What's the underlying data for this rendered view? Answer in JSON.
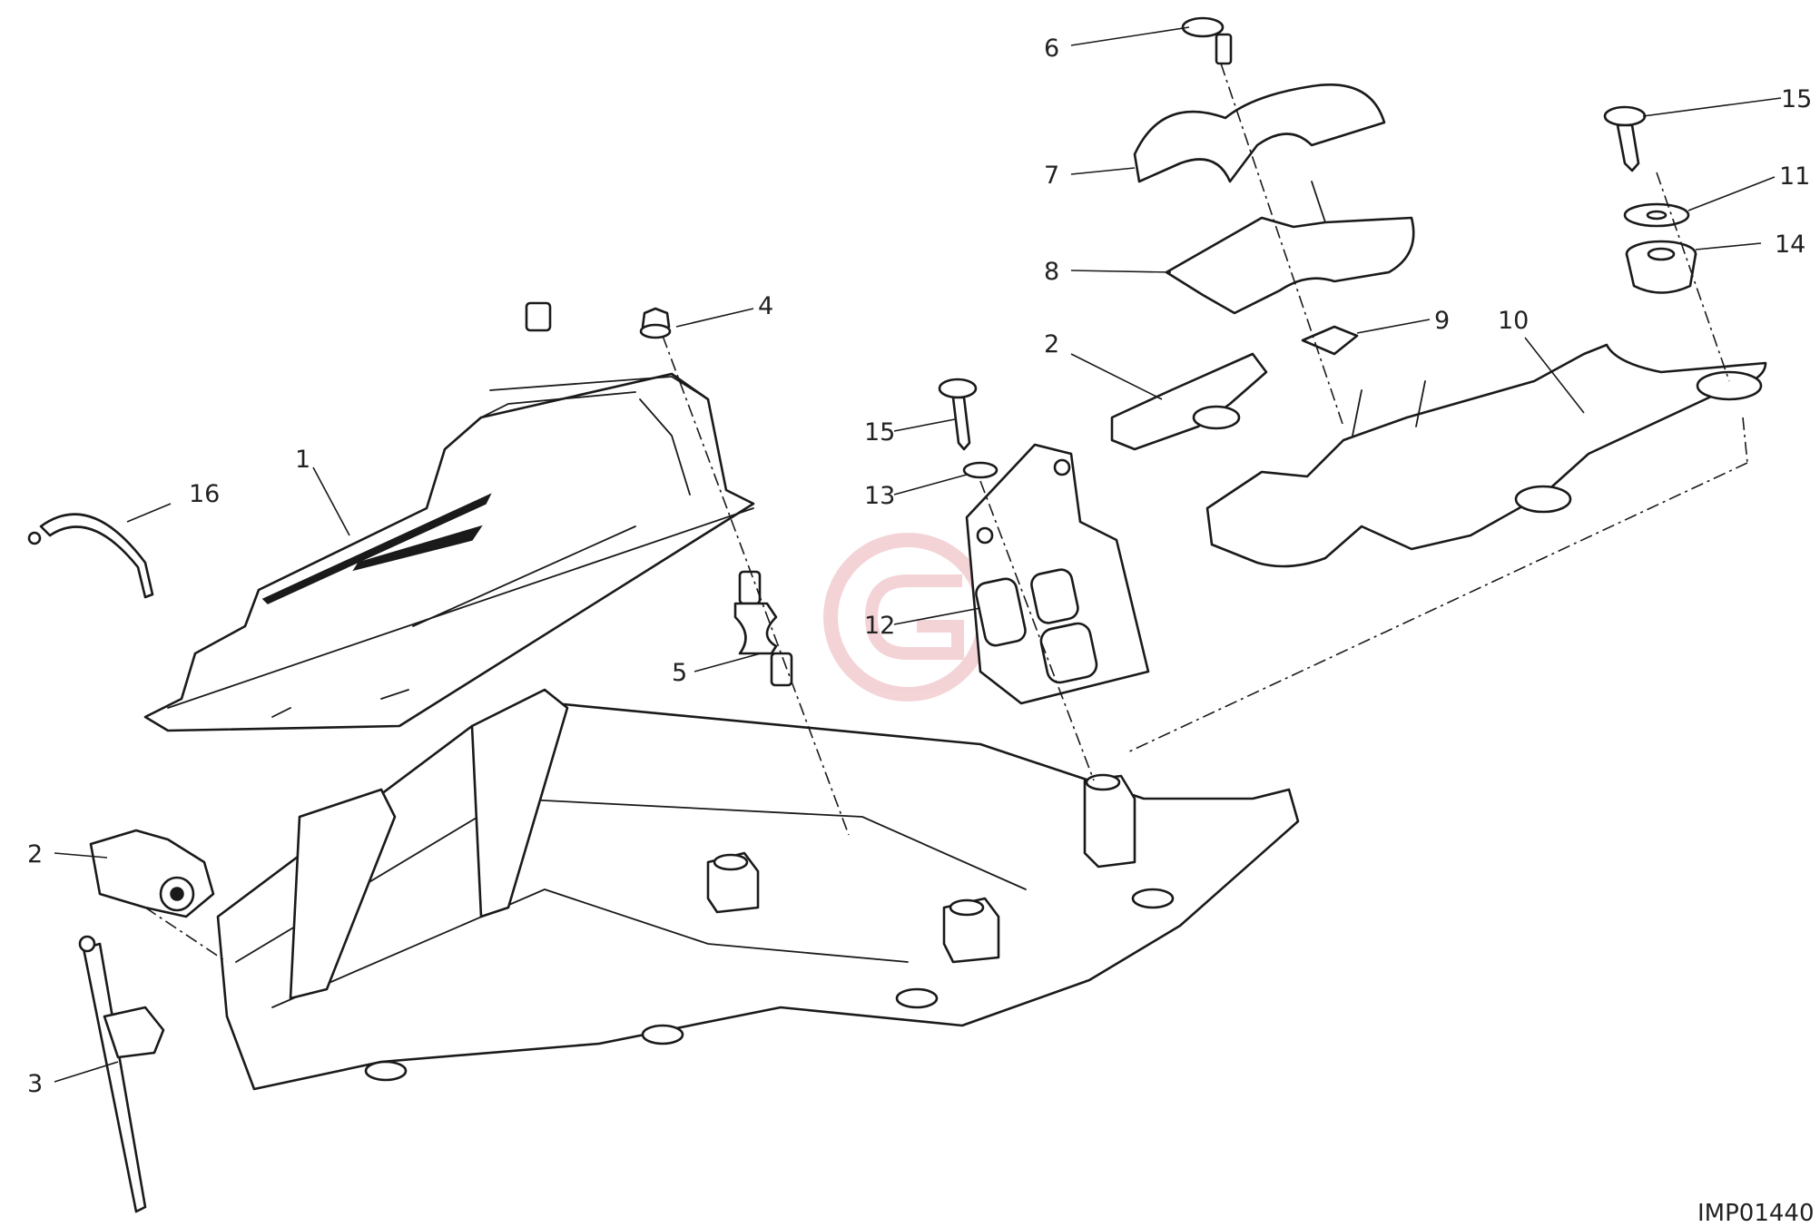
{
  "diagram": {
    "reference_code": "IMP01440",
    "callouts": [
      {
        "id": "c1",
        "label": "1"
      },
      {
        "id": "c2a",
        "label": "2"
      },
      {
        "id": "c2b",
        "label": "2"
      },
      {
        "id": "c3",
        "label": "3"
      },
      {
        "id": "c4",
        "label": "4"
      },
      {
        "id": "c5",
        "label": "5"
      },
      {
        "id": "c6",
        "label": "6"
      },
      {
        "id": "c7",
        "label": "7"
      },
      {
        "id": "c8",
        "label": "8"
      },
      {
        "id": "c9",
        "label": "9"
      },
      {
        "id": "c10",
        "label": "10"
      },
      {
        "id": "c11",
        "label": "11"
      },
      {
        "id": "c12",
        "label": "12"
      },
      {
        "id": "c13",
        "label": "13"
      },
      {
        "id": "c14",
        "label": "14"
      },
      {
        "id": "c15a",
        "label": "15"
      },
      {
        "id": "c15b",
        "label": "15"
      },
      {
        "id": "c16",
        "label": "16"
      }
    ],
    "colors": {
      "line": "#1a1a1a",
      "background": "#ffffff",
      "watermark": "#e8a0a8"
    },
    "watermark": {
      "glyph": "G"
    }
  }
}
